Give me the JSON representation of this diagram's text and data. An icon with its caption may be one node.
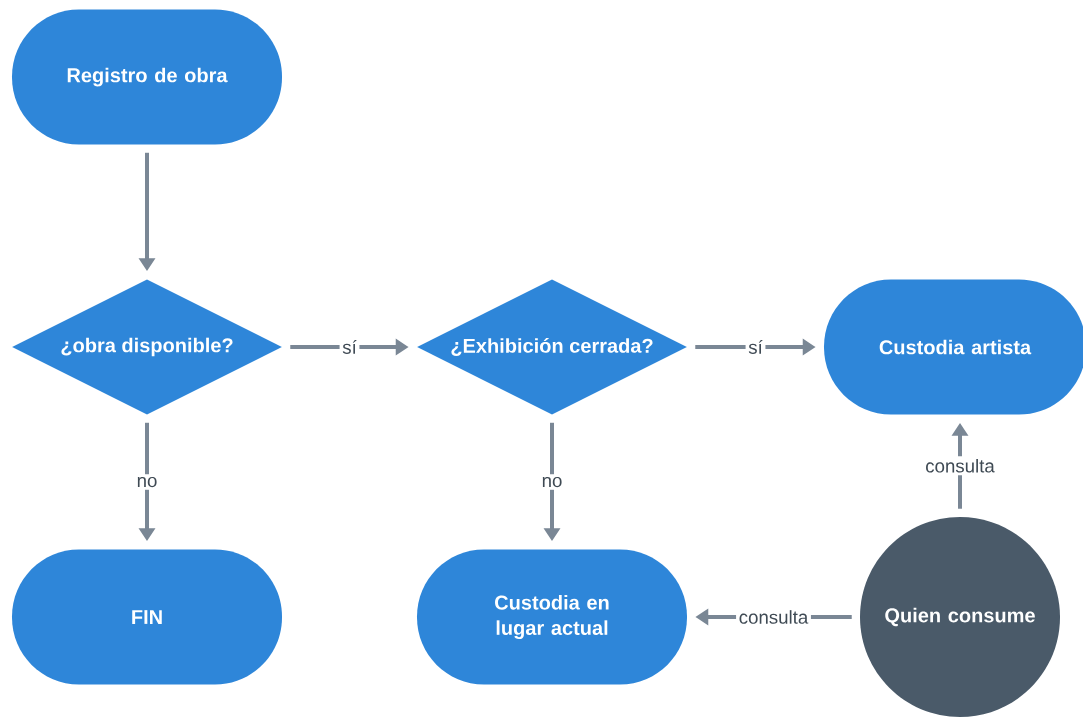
{
  "diagram": {
    "nodes": [
      {
        "text": [
          "Registro de obra"
        ]
      },
      {
        "text": [
          "¿obra disponible?"
        ]
      },
      {
        "text": [
          "¿Exhibición cerrada?"
        ]
      },
      {
        "text": [
          "Custodia artista"
        ]
      },
      {
        "text": [
          "FIN"
        ]
      },
      {
        "text": [
          "Custodia en lugar actual"
        ]
      },
      {
        "text": [
          "Quien consume"
        ]
      }
    ],
    "edges": [
      {
        "from": 0,
        "to": 1,
        "arrow": "to"
      },
      {
        "from": 1,
        "to": 2,
        "arrow": "to",
        "label": "sí"
      },
      {
        "from": 2,
        "to": 3,
        "arrow": "to",
        "label": "sí"
      },
      {
        "from": 1,
        "to": 4,
        "arrow": "to",
        "label": "no"
      },
      {
        "from": 2,
        "to": 5,
        "arrow": "to",
        "label": "no"
      },
      {
        "from": 6,
        "to": 3,
        "arrow": "to",
        "label": "consulta"
      },
      {
        "from": 6,
        "to": 5,
        "arrow": "to",
        "label": "consulta"
      }
    ]
  }
}
